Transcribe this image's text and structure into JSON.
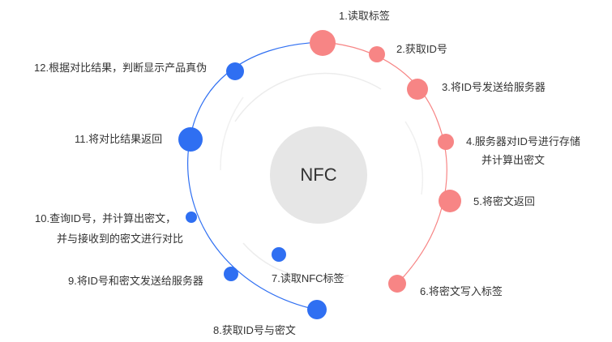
{
  "center": {
    "label": "NFC"
  },
  "colors": {
    "server_side": "#f78585",
    "client_side": "#2f6ff2",
    "center_fill": "#e6e6e6"
  },
  "steps": [
    {
      "label": "1.读取标签"
    },
    {
      "label": "2.获取ID号"
    },
    {
      "label": "3.将ID号发送给服务器"
    },
    {
      "label": "4.服务器对ID号进行存储",
      "label2": "并计算出密文"
    },
    {
      "label": "5.将密文返回"
    },
    {
      "label": "6.将密文写入标签"
    },
    {
      "label": "7.读取NFC标签"
    },
    {
      "label": "8.获取ID号与密文"
    },
    {
      "label": "9.将ID号和密文发送给服务器"
    },
    {
      "label": "10.查询ID号，并计算出密文，",
      "label2": "并与接收到的密文进行对比"
    },
    {
      "label": "11.将对比结果返回"
    },
    {
      "label": "12.根据对比结果，判断显示产品真伪"
    }
  ]
}
